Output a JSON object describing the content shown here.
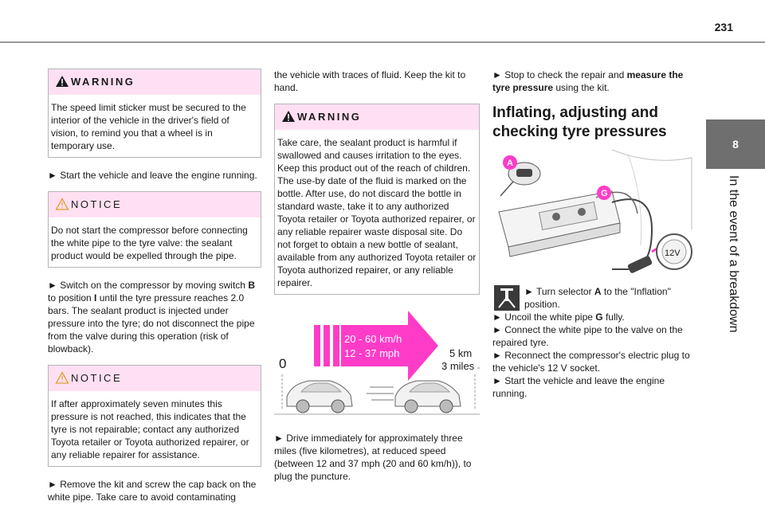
{
  "page_number": "231",
  "side_tab": {
    "number": "8",
    "title": "In the event of a breakdown"
  },
  "col1": {
    "warning": {
      "title": "WARNING",
      "body": "The speed limit sticker must be secured to the interior of the vehicle in the driver's field of vision, to remind you that a wheel is in temporary use."
    },
    "para1": "► Start the vehicle and leave the engine running.",
    "notice1": {
      "title": "NOTICE",
      "body": "Do not start the compressor before connecting the white pipe to the tyre valve: the sealant product would be expelled through the pipe."
    },
    "para2_prefix": "► Switch on the compressor by moving switch ",
    "para2_b": "B",
    "para2_mid": " to position ",
    "para2_i": "I",
    "para2_suffix": " until the tyre pressure reaches 2.0 bars. The sealant product is injected under pressure into the tyre; do not disconnect the pipe from the valve during this operation (risk of blowback).",
    "notice2": {
      "title": "NOTICE",
      "body": "If after approximately seven minutes this pressure is not reached, this indicates that the tyre is not repairable; contact any authorized Toyota retailer or Toyota authorized repairer, or any reliable repairer for assistance."
    },
    "para3": "► Remove the kit and screw the cap back on the white pipe. Take care to avoid contaminating"
  },
  "col2": {
    "para1": "the vehicle with traces of fluid. Keep the kit to hand.",
    "warning": {
      "title": "WARNING",
      "body": "Take care, the sealant product is harmful if swallowed and causes irritation to the eyes. Keep this product out of the reach of children. The use-by date of the fluid is marked on the bottle. After use, do not discard the bottle in standard waste, take it to any authorized Toyota retailer or Toyota authorized repairer, or any reliable repairer waste disposal site. Do not forget to obtain a new bottle of sealant, available from any authorized Toyota retailer or Toyota authorized repairer, or any reliable repairer."
    },
    "illustration": {
      "speed_kmh": "20 - 60 km/h",
      "speed_mph": "12 - 37 mph",
      "start_label": "0",
      "distance_km": "5 km",
      "distance_miles": "3 miles",
      "accent_color": "#ff3cc8"
    },
    "para2": "► Drive immediately for approximately three miles (five kilometres), at reduced speed (between 12 and 37 mph (20 and 60 km/h)), to plug the puncture."
  },
  "col3": {
    "para1_prefix": "► Stop to check the repair and ",
    "para1_bold": "measure the tyre pressure",
    "para1_suffix": " using the kit.",
    "heading": "Inflating, adjusting and checking tyre pressures",
    "illustration": {
      "label_a": "A",
      "label_g": "G",
      "socket": "12V",
      "accent_color": "#ff3cc8"
    },
    "step1_prefix": "► Turn selector ",
    "step1_bold": "A",
    "step1_suffix": " to the \"Inflation\" position.",
    "step2_prefix": "► Uncoil the white pipe ",
    "step2_bold": "G",
    "step2_suffix": " fully.",
    "step3": "► Connect the white pipe to the valve on the repaired tyre.",
    "step4": "► Reconnect the compressor's electric plug to the vehicle's 12 V socket.",
    "step5": "► Start the vehicle and leave the engine running."
  }
}
